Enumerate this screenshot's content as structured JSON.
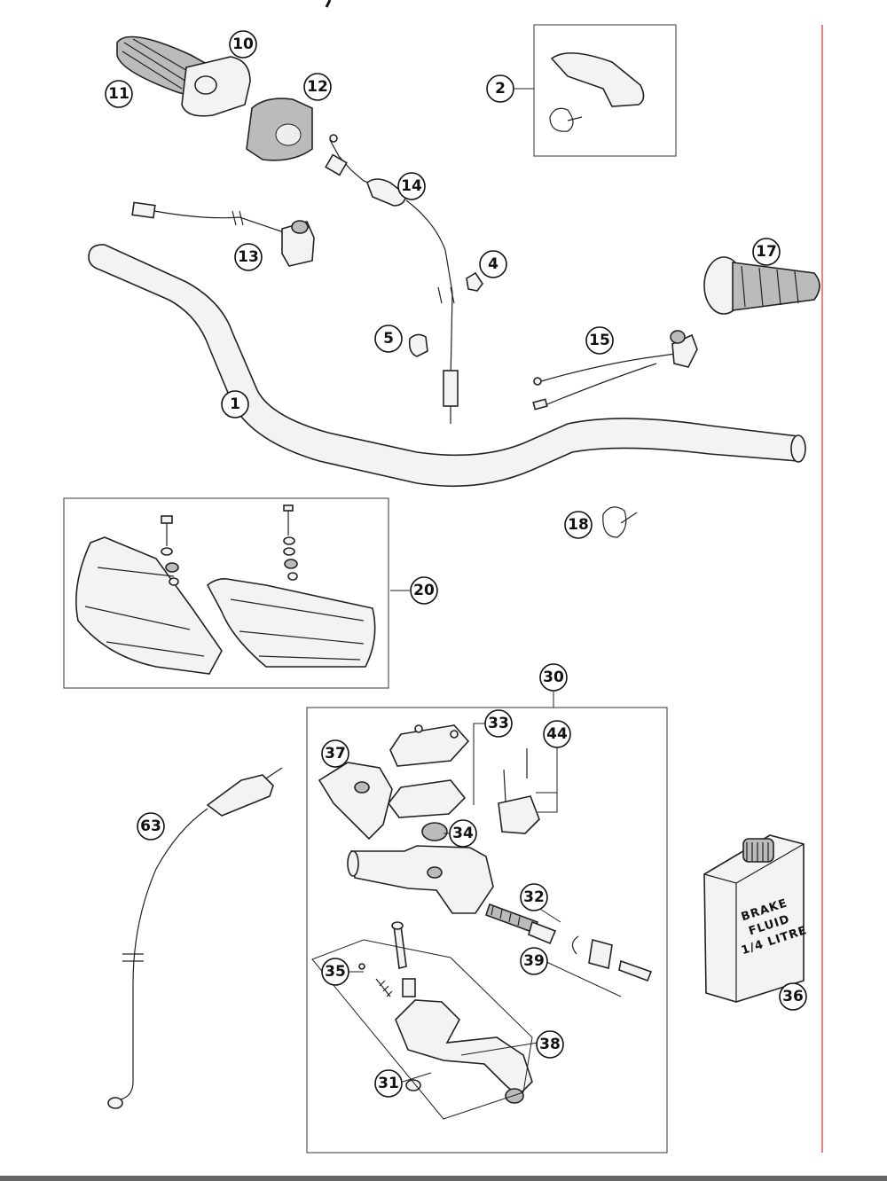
{
  "callouts": {
    "c1": "1",
    "c2": "2",
    "c4": "4",
    "c5": "5",
    "c10": "10",
    "c11": "11",
    "c12": "12",
    "c13": "13",
    "c14": "14",
    "c15": "15",
    "c17": "17",
    "c18": "18",
    "c20": "20",
    "c30": "30",
    "c31": "31",
    "c32": "32",
    "c33": "33",
    "c34": "34",
    "c35": "35",
    "c36": "36",
    "c37": "37",
    "c38": "38",
    "c39": "39",
    "c44": "44",
    "c63": "63"
  },
  "brake_fluid_can": {
    "line1": "BRAKE",
    "line2": "FLUID",
    "line3": "1/4 LITRE"
  },
  "colors": {
    "margin_line": "#e03030",
    "ink": "#222222"
  }
}
